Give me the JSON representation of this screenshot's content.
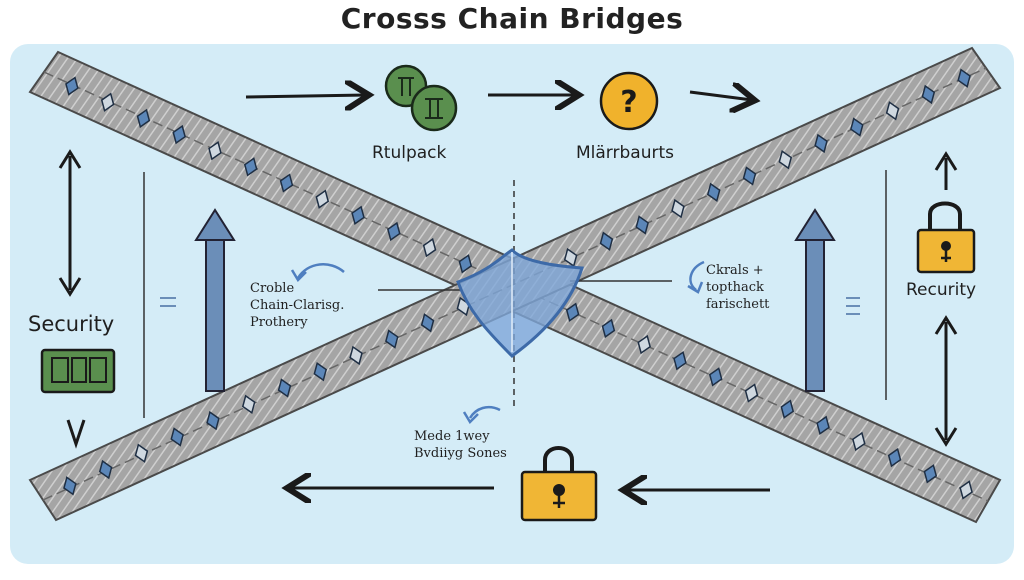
{
  "title": "Crosss Chain Bridges",
  "labels": {
    "top_left_node": "Rtulpack",
    "top_right_node": "Mlärrbaurts",
    "left_side": "Security",
    "right_side": "Recurity",
    "left_note": [
      "Croble",
      "Chain-Clarisg.",
      "Prothery"
    ],
    "right_note": [
      "Ckrals +",
      "topthack",
      "farischett"
    ],
    "bottom_note": [
      "Mede 1wey",
      "Bvdiiyg Sones"
    ]
  },
  "icons": {
    "top_left": "coin-stack-icon",
    "top_right": "question-mark-icon",
    "left": "wallet-icon",
    "right": "padlock-icon",
    "bottom": "padlock-icon",
    "center": "shield-icon"
  },
  "colors": {
    "background": "#d4ecf7",
    "bridge": "#9e9e9e",
    "gem": "#5b86b8",
    "arrow_blue": "#6b8eb8",
    "node_green": "#5a8f4e",
    "node_yellow": "#f0b22c",
    "lock_yellow": "#f0b635"
  }
}
